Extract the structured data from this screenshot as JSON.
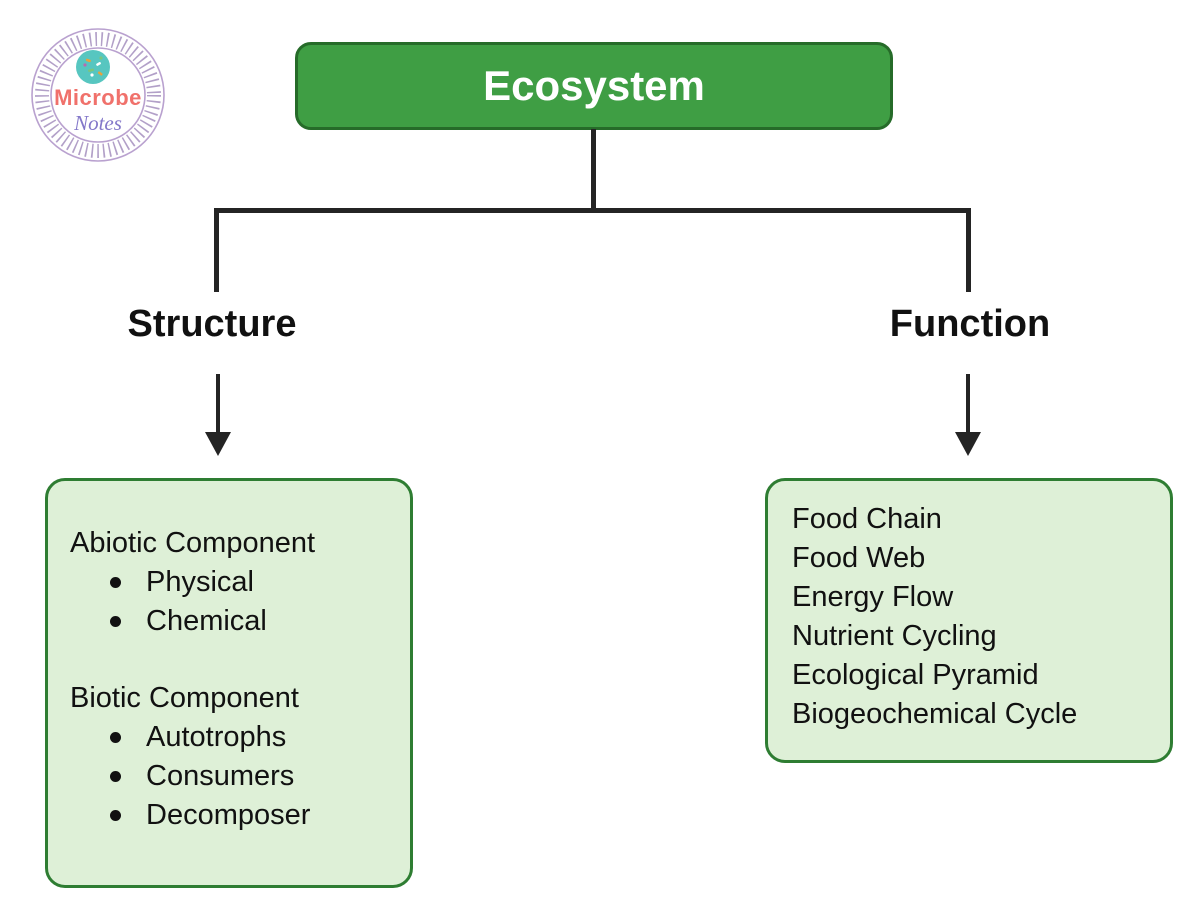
{
  "logo": {
    "line1": "Microbe",
    "line2": "Notes",
    "colors": {
      "ring": "#b9a1cf",
      "hatch": "#a58fbe",
      "circle": "#57c6c0",
      "title_text": "#f0716b",
      "subtitle_text": "#8377c9"
    }
  },
  "root": {
    "label": "Ecosystem",
    "fill": "#3f9e44",
    "border": "#266b29",
    "text_color": "#ffffff"
  },
  "branches": {
    "left_label": "Structure",
    "right_label": "Function"
  },
  "left_box": {
    "fill": "#def0d7",
    "border": "#2e7d32",
    "sections": [
      {
        "title": "Abiotic Component",
        "bullets": [
          "Physical",
          "Chemical"
        ]
      },
      {
        "title": "Biotic Component",
        "bullets": [
          "Autotrophs",
          "Consumers",
          "Decomposer"
        ]
      }
    ]
  },
  "right_box": {
    "fill": "#def0d7",
    "border": "#2e7d32",
    "items": [
      "Food Chain",
      "Food Web",
      "Energy Flow",
      "Nutrient Cycling",
      "Ecological Pyramid",
      "Biogeochemical Cycle"
    ]
  },
  "line_color": "#242424"
}
